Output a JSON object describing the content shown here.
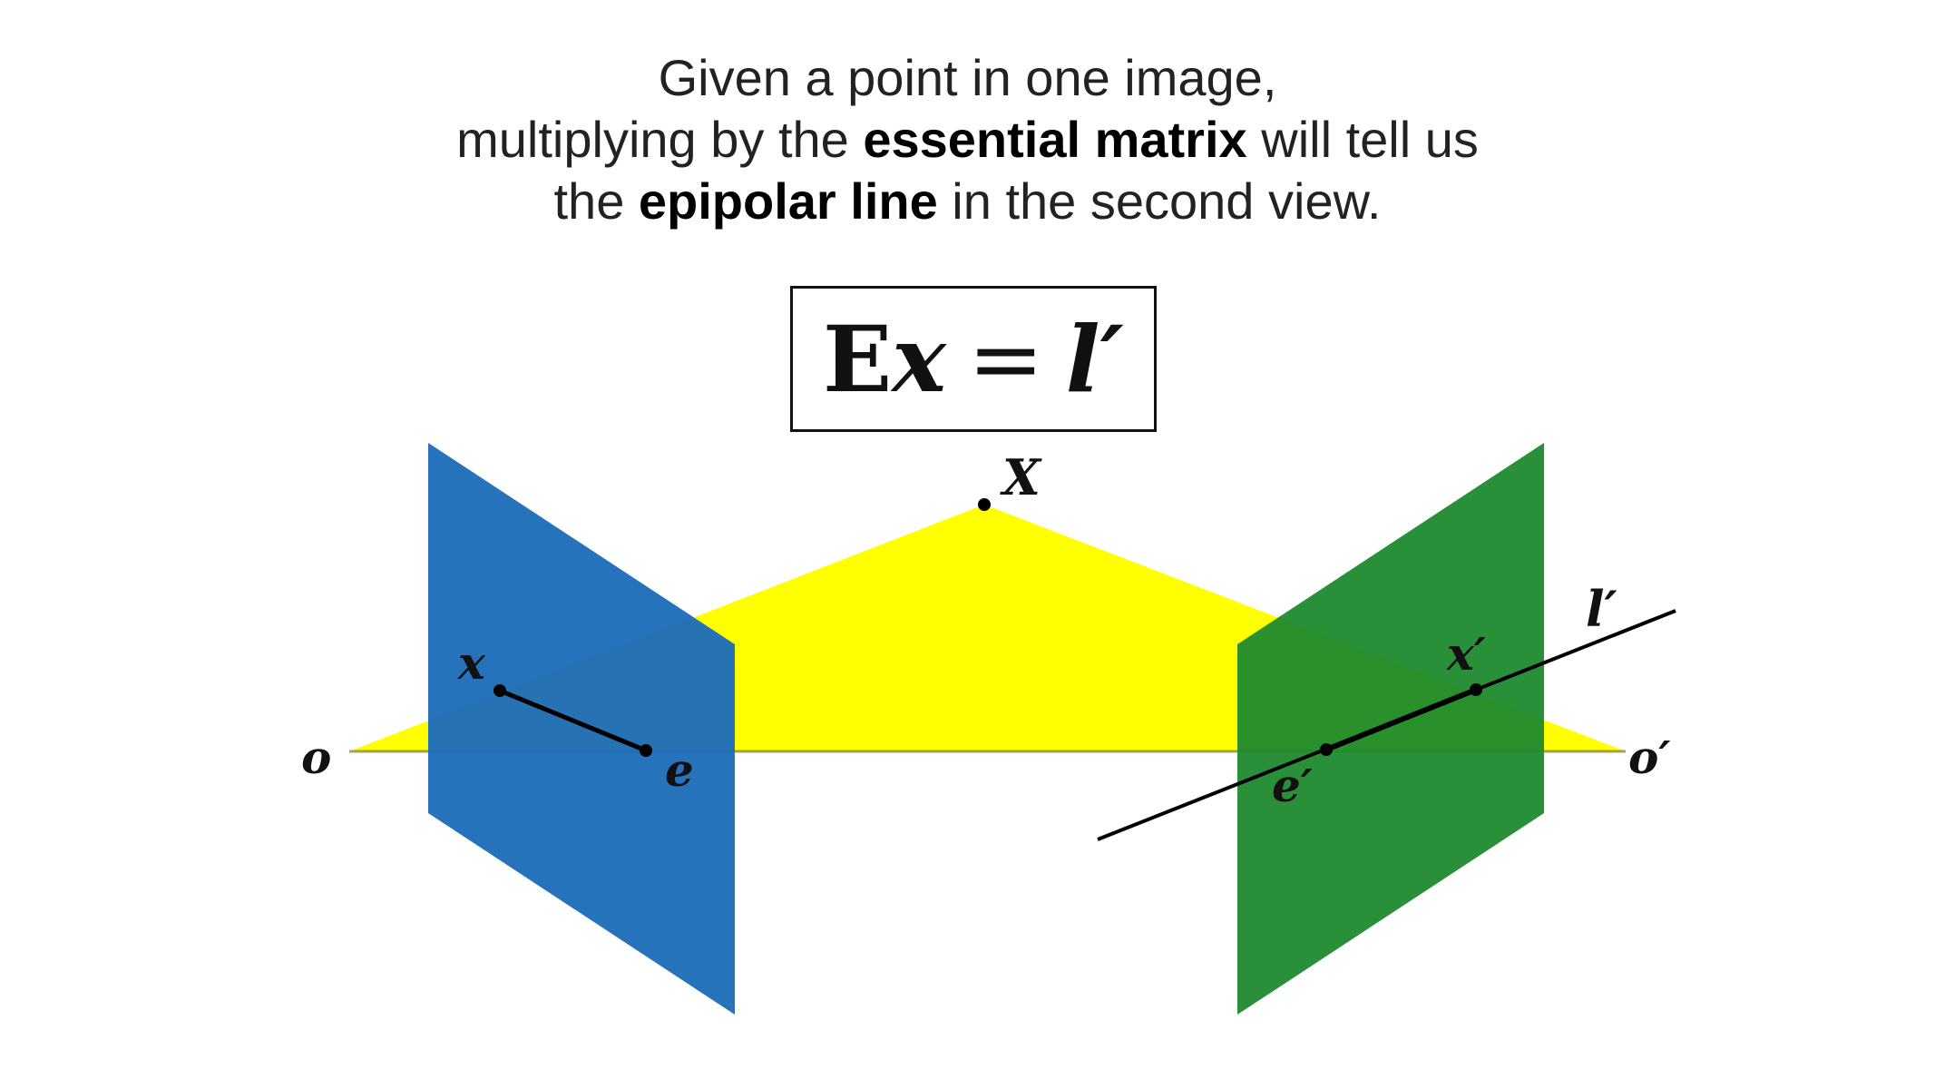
{
  "caption": {
    "line1": "Given a point in one image,",
    "line2_pre": "multiplying by the ",
    "line2_bold": "essential matrix",
    "line2_post": " will tell us",
    "line3_pre": "the ",
    "line3_bold": "epipolar line",
    "line3_post": " in the second view."
  },
  "equation": {
    "E": "E",
    "x": "x",
    "eq": "=",
    "l": "l′"
  },
  "labels": {
    "X": "X",
    "x": "x",
    "o": "o",
    "e": "e",
    "x_prime": "x′",
    "e_prime": "e′",
    "o_prime": "o′",
    "l_prime": "l′"
  },
  "colors": {
    "left_plane": "#1F6DB9",
    "right_plane": "#1D8A2E",
    "epipolar_plane": "#FFFF00",
    "lines": "#000000"
  }
}
